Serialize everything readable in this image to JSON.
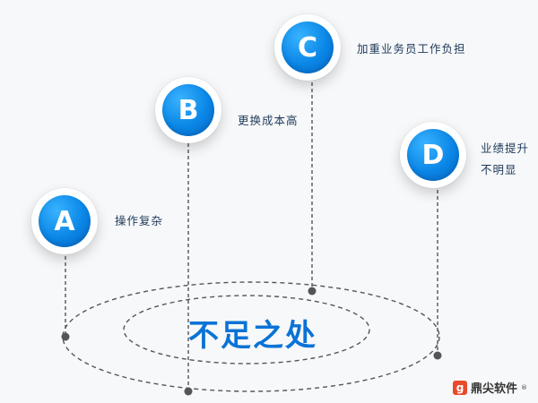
{
  "nodes": [
    {
      "letter": "A",
      "label": "操作复杂"
    },
    {
      "letter": "B",
      "label": "更换成本高"
    },
    {
      "letter": "C",
      "label": "加重业务员工作负担"
    },
    {
      "letter": "D",
      "label_line1": "业绩提升",
      "label_line2": "不明显"
    }
  ],
  "title": "不足之处",
  "logo": {
    "mark": "g",
    "text": "鼎尖软件",
    "reg": "®"
  },
  "colors": {
    "accent": "#0a86e6",
    "title": "#0a73d6",
    "background": "#f7f8fa",
    "logo": "#e84a2c"
  }
}
